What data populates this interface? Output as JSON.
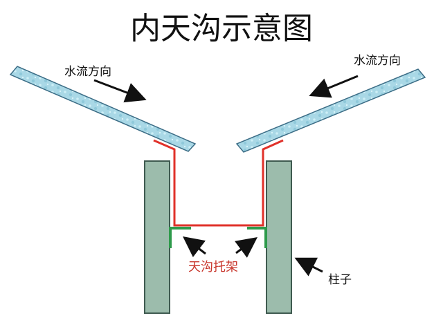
{
  "title": "内天沟示意图",
  "labels": {
    "water_flow_left": "水流方向",
    "water_flow_right": "水流方向",
    "gutter_bracket": "天沟托架",
    "column": "柱子"
  },
  "colors": {
    "gutter": "#e0312a",
    "bracket": "#2e9a4b",
    "column_fill": "#9cbcac",
    "column_stroke": "#3f5a50",
    "roof_fill": "#a9d8e6",
    "roof_stroke": "#3c6d86",
    "arrow": "#111111",
    "label_red": "#c8352b"
  }
}
